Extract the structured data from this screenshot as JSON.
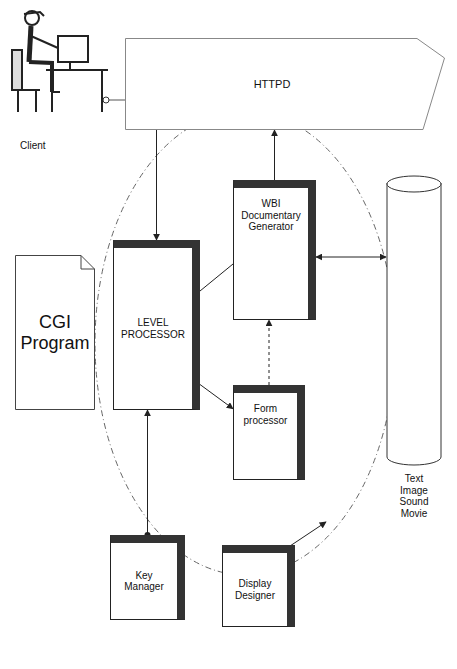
{
  "diagram": {
    "nodes": [
      {
        "text": [
          "HTTPD"
        ]
      },
      {
        "text": [
          "WBI Documentary Generator"
        ]
      },
      {
        "text": [
          "CGI Program"
        ]
      },
      {
        "text": [
          "LEVEL PROCESSOR"
        ]
      },
      {
        "text": [
          "Form processor"
        ]
      },
      {
        "text": [
          "Text Image Sound Movie"
        ]
      },
      {
        "text": [
          "Key Manager"
        ]
      },
      {
        "text": [
          "Display Designer"
        ]
      }
    ],
    "edges": [
      {
        "from": 0,
        "to": 3,
        "arrow": "to"
      },
      {
        "from": 1,
        "to": 0,
        "arrow": "to"
      },
      {
        "from": 3,
        "to": 1,
        "arrow": "none"
      },
      {
        "from": 3,
        "to": 4,
        "arrow": "to"
      },
      {
        "from": 4,
        "to": 1,
        "arrow": "to"
      },
      {
        "from": 1,
        "to": 5,
        "arrow": "both"
      },
      {
        "from": 6,
        "to": 3,
        "arrow": "to"
      }
    ],
    "labels": [
      "Client"
    ]
  }
}
